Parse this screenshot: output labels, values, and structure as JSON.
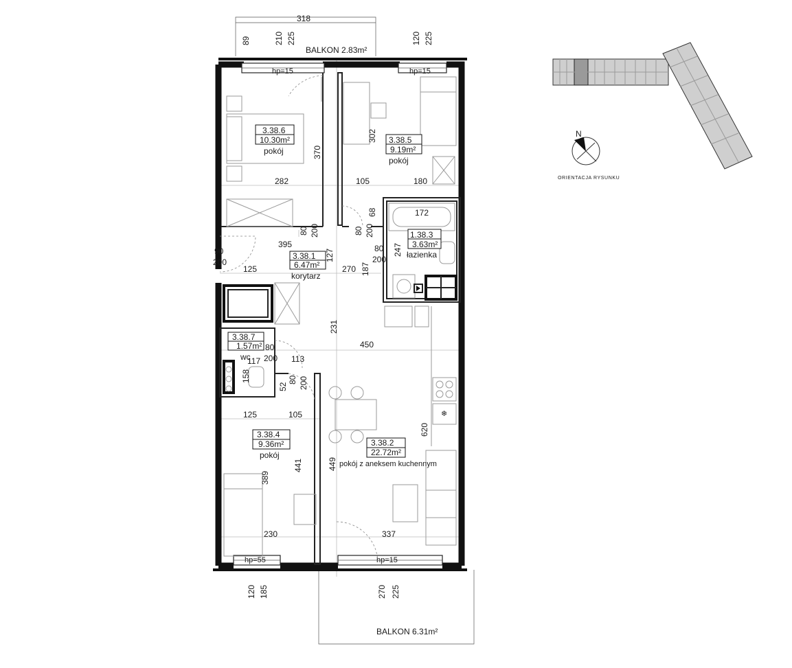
{
  "rooms": [
    {
      "number": "3.38.6",
      "area": "10.30m²",
      "name": "pokój"
    },
    {
      "number": "3.38.5",
      "area": "9.19m²",
      "name": "pokój"
    },
    {
      "number": "1.38.3",
      "area": "3.63m²",
      "name": "łazienka"
    },
    {
      "number": "3.38.1",
      "area": "6.47m²",
      "name": "korytarz"
    },
    {
      "number": "3.38.7",
      "area": "1.57m²",
      "name": "wc"
    },
    {
      "number": "3.38.4",
      "area": "9.36m²",
      "name": "pokój"
    },
    {
      "number": "3.38.2",
      "area": "22.72m²",
      "name": "pokój z aneksem kuchennym"
    }
  ],
  "balconies": {
    "top": "BALKON 2.83m²",
    "bottom": "BALKON 6.31m²"
  },
  "windows": {
    "top_left": "hp=15",
    "top_right": "hp=15",
    "bottom_left": "hp=55",
    "bottom_right": "hp=15"
  },
  "dimensions": {
    "top_balcony_width": "318",
    "top_left_a": "89",
    "top_left_b": "210",
    "top_left_c": "225",
    "top_right_a": "120",
    "top_right_b": "225",
    "bottom_left_a": "120",
    "bottom_left_b": "185",
    "bottom_right_a": "270",
    "bottom_right_b": "225",
    "room6_width": "282",
    "room6_height": "370",
    "room5_gap": "105",
    "room5_width": "180",
    "room5_height": "302",
    "bath_width": "172",
    "bath_height": "247",
    "bath_door_a": "68",
    "bath_door_b": "80",
    "bath_door_c": "200",
    "door6_a": "80",
    "door6_b": "200",
    "door5_a": "80",
    "door5_b": "200",
    "entry_a": "90",
    "entry_b": "200",
    "corr_width": "395",
    "corr_height": "127",
    "corr_left": "125",
    "corr_mid": "270",
    "corr_depth": "187",
    "kitchen_wall": "231",
    "living_width": "450",
    "wc_door_a": "80",
    "wc_door_b": "200",
    "wc_width": "117",
    "wc_height": "158",
    "door4_a": "113",
    "door4_b": "52",
    "door4_c": "80",
    "door4_d": "200",
    "room4_left": "125",
    "room4_right": "105",
    "room4_h1": "389",
    "room4_h2": "441",
    "room4_bottom": "230",
    "living_height": "449",
    "living_bottom": "337",
    "kitchen_length": "620"
  },
  "keyplan": {
    "caption": "ORIENTACJA RYSUNKU",
    "north": "N"
  }
}
